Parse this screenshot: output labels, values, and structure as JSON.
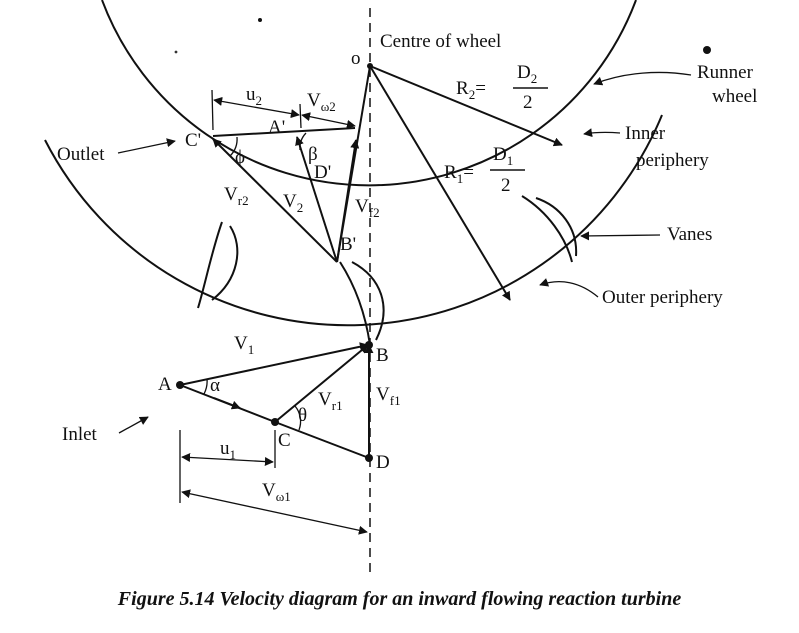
{
  "caption": "Figure 5.14 Velocity diagram for an inward flowing reaction turbine",
  "labels": {
    "centre_point": "o",
    "centre_of_wheel": "Centre of wheel",
    "runner_wheel_line1": "Runner",
    "runner_wheel_line2": "wheel",
    "inner_periphery_line1": "Inner",
    "inner_periphery_line2": "periphery",
    "outer_periphery": "Outer periphery",
    "vanes": "Vanes",
    "outlet": "Outlet",
    "inlet": "Inlet",
    "point_A": "A",
    "point_B": "B",
    "point_C": "C",
    "point_D": "D",
    "point_A_prime": "A'",
    "point_B_prime": "B'",
    "point_C_prime": "C'",
    "point_D_prime": "D'",
    "alpha": "α",
    "theta": "θ",
    "phi": "ϕ",
    "beta": "β"
  },
  "symbols": {
    "u2": {
      "base": "u",
      "sub": "2"
    },
    "Vw2": {
      "base": "V",
      "sub": "ω2"
    },
    "Vr2": {
      "base": "V",
      "sub": "r2"
    },
    "V2": {
      "base": "V",
      "sub": "2"
    },
    "Vf2": {
      "base": "V",
      "sub": "f2"
    },
    "V1": {
      "base": "V",
      "sub": "1"
    },
    "Vr1": {
      "base": "V",
      "sub": "r1"
    },
    "Vf1": {
      "base": "V",
      "sub": "f1"
    },
    "u1": {
      "base": "u",
      "sub": "1"
    },
    "Vw1": {
      "base": "V",
      "sub": "ω1"
    }
  },
  "radius_labels": {
    "R2": {
      "base": "R",
      "sub": "2",
      "eq": "=",
      "num_base": "D",
      "num_sub": "2",
      "den": "2"
    },
    "R1": {
      "base": "R",
      "sub": "1",
      "eq": "=",
      "num_base": "D",
      "num_sub": "1",
      "den": "2"
    }
  }
}
